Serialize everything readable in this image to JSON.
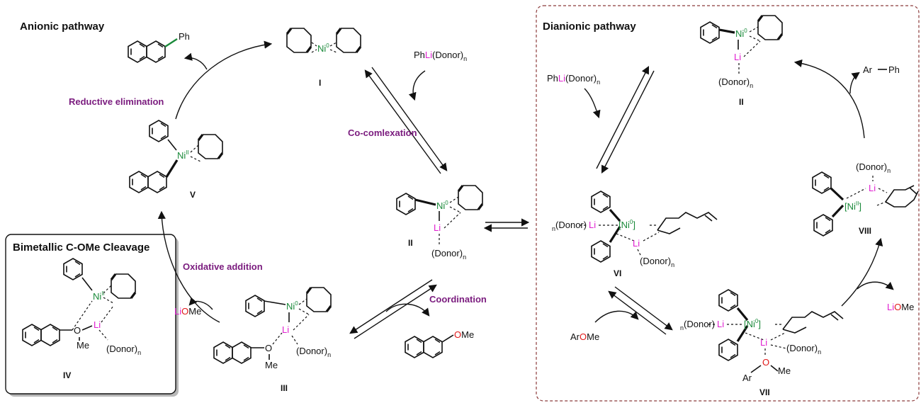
{
  "titles": {
    "anionic": "Anionic pathway",
    "dianionic": "Dianionic pathway",
    "bimetallic": "Bimetallic C-OMe Cleavage"
  },
  "steps": {
    "reductive_elimination": "Reductive elimination",
    "co_complexation": "Co-comlexation",
    "oxidative_addition": "Oxidative addition",
    "coordination": "Coordination"
  },
  "species": {
    "I": "I",
    "II_left": "II",
    "II_right": "II",
    "III": "III",
    "IV": "IV",
    "V": "V",
    "VI": "VI",
    "VII": "VII",
    "VIII": "VIII"
  },
  "labels": {
    "ph": "Ph",
    "ph_li_prefix": "Ph",
    "li": "Li",
    "donor_suffix": "(Donor)",
    "n": "n",
    "n_prefix": "n",
    "donor_paren": "(Donor)",
    "ni0": "Ni",
    "sup0": "0",
    "sup2": "II",
    "o": "O",
    "me": "Me",
    "ome": "OMe",
    "ar": "Ar",
    "ar_ph": "Ar",
    "dash_ph": "Ph",
    "li_ome_li": "Li",
    "li_ome_ome": "OMe",
    "ar_ome_ar": "Ar",
    "ar_ome_ome": "OMe"
  },
  "colors": {
    "step": "#7a1b7e",
    "nickel": "#1a8a3a",
    "lithium": "#e020d0",
    "oxygen": "#e01818",
    "box_border": "#8b3a3a"
  }
}
